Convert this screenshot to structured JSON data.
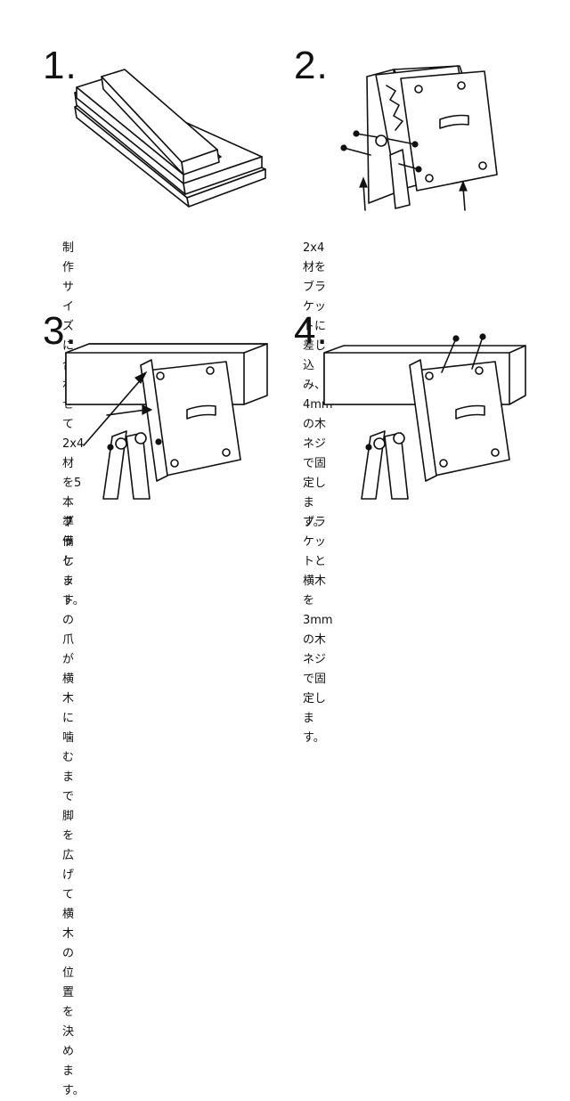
{
  "steps": [
    {
      "number": "1.",
      "caption": "制作サイズに合わせて2x4材を5本準\n備します。"
    },
    {
      "number": "2.",
      "caption": "2x4材をブラケットに差し込み、4mm\nの木ネジで固定します。"
    },
    {
      "number": "3.",
      "caption": "ブラケットの爪が横木に噛むまで脚\nを広げて横木の位置を決めます。"
    },
    {
      "number": "4.",
      "caption": "ブラケットと横木を3mmの木ネジで固\n定します。"
    }
  ],
  "illustrations": {
    "step1": "stack-of-2x4-lumber",
    "step2": "legs-inserted-into-bracket-with-screws",
    "step3": "bracket-claws-biting-crossbeam",
    "step4": "crossbeam-screwed-to-bracket"
  }
}
